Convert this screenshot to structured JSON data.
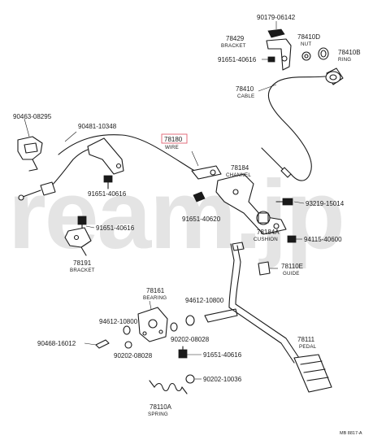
{
  "watermark": "ream.jp",
  "diagram_code": "MB 8817-A",
  "labels": {
    "p90179": "90179-06142",
    "p78429": "78429",
    "p78429_sub": "BRACKET",
    "p78410D": "78410D",
    "p78410D_sub": "NUT",
    "p78410B": "78410B",
    "p78410B_sub": "RING",
    "p91651_top": "91651-40616",
    "p78410": "78410",
    "p78410_sub": "CABLE",
    "p90463": "90463-08295",
    "p90481": "90481-10348",
    "p78180": "78180",
    "p78180_sub": "WIRE",
    "p78184": "78184",
    "p78184_sub": "CHANNEL",
    "p91651_mid": "91651-40616",
    "p91651_620": "91651-40620",
    "p93219": "93219-15014",
    "p91651_left": "91651-40616",
    "p78184A": "78184A",
    "p78184A_sub": "CUSHION",
    "p94115": "94115-40600",
    "p78191": "78191",
    "p78191_sub": "BRACKET",
    "p78110E": "78110E",
    "p78110E_sub": "GUIDE",
    "p78161": "78161",
    "p78161_sub": "BEARING",
    "p94612_a": "94612-10800",
    "p94612_b": "94612-10800",
    "p90202_a": "90202-08028",
    "p90202_b": "90202-08028",
    "p90468": "90468-16012",
    "p91651_low": "91651-40616",
    "p90202_c": "90202-10036",
    "p78111": "78111",
    "p78111_sub": "PEDAL",
    "p78110A": "78110A",
    "p78110A_sub": "SPRING"
  },
  "highlight_color": "#e06070"
}
